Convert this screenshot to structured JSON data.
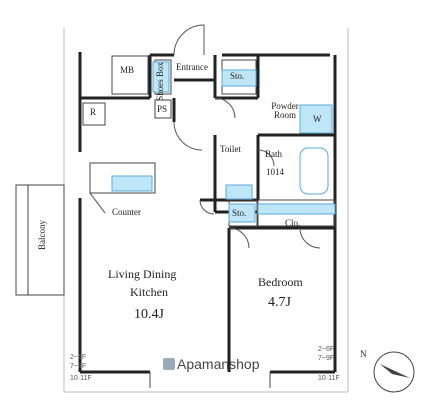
{
  "colors": {
    "wall": "#222222",
    "light": "#cfcfcf",
    "fixture": "#bfe6f7",
    "fixture_edge": "#5aaad8"
  },
  "rooms": {
    "mb": "MB",
    "entrance": "Entrance",
    "shoes_box": "Shoes Box",
    "sto_top": "Sto.",
    "ps": "PS",
    "powder_room": "Powder Room",
    "w": "W",
    "r": "R",
    "toilet": "Toilet",
    "bath": "Bath",
    "bath_size": "1014",
    "sto_mid": "Sto.",
    "clo": "Clo.",
    "counter": "Counter",
    "balcony": "Balcony",
    "ldk_line1": "Living Dining",
    "ldk_line2": "Kitchen",
    "ldk_size": "10.4J",
    "bedroom": "Bedroom",
    "bedroom_size": "4.7J"
  },
  "notes": {
    "left_floors_a": "2~6F",
    "left_floors_b": "7~9F",
    "left_floors_c": "10·11F",
    "right_floors_a": "2~6F",
    "right_floors_b": "7~9F",
    "right_floors_c": "10·11F"
  },
  "compass": {
    "label": "N"
  },
  "watermark": "Apamanshop"
}
